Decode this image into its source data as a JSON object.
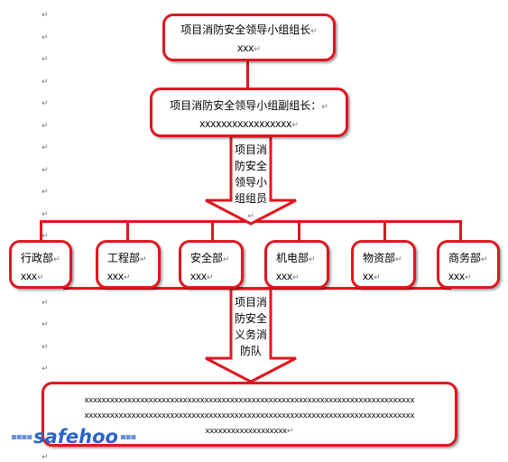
{
  "leader": {
    "title": "项目消防安全领导小组组长",
    "name": "xxx"
  },
  "deputy": {
    "title": "项目消防安全领导小组副组长：",
    "name": "xxxxxxxxxxxxxxxxx"
  },
  "arrow1_label": [
    "项目消",
    "防安全",
    "领导小",
    "组组员"
  ],
  "departments": [
    {
      "name": "行政部",
      "person": "xxx"
    },
    {
      "name": "工程部",
      "person": "xxx"
    },
    {
      "name": "安全部",
      "person": "xxx"
    },
    {
      "name": "机电部",
      "person": "xxx"
    },
    {
      "name": "物资部",
      "person": "xx"
    },
    {
      "name": "商务部",
      "person": "xxx"
    }
  ],
  "arrow2_label": [
    "项目消",
    "防安全",
    "义务消",
    "防队"
  ],
  "bottom_lines": [
    "xxxxxxxxxxxxxxxxxxxxxxxxxxxxxxxxxxxxxxxxxxxxxxxxxxxxxxxxxxxxxxxxxxxxxxxxxxxxx",
    "xxxxxxxxxxxxxxxxxxxxxxxxxxxxxxxxxxxxxxxxxxxxxxxxxxxxxxxxxxxxxxxxxxxxxxxxxxxxx",
    "xxxxxxxxxxxxxxxxxxx"
  ],
  "paragraph_mark": "↵",
  "logo": {
    "dots": "▪▪▪▪",
    "name": "safehoo",
    "dots2": "▪▪▪"
  },
  "colors": {
    "accent": "#e0161f",
    "logo": "#2a63c8"
  }
}
